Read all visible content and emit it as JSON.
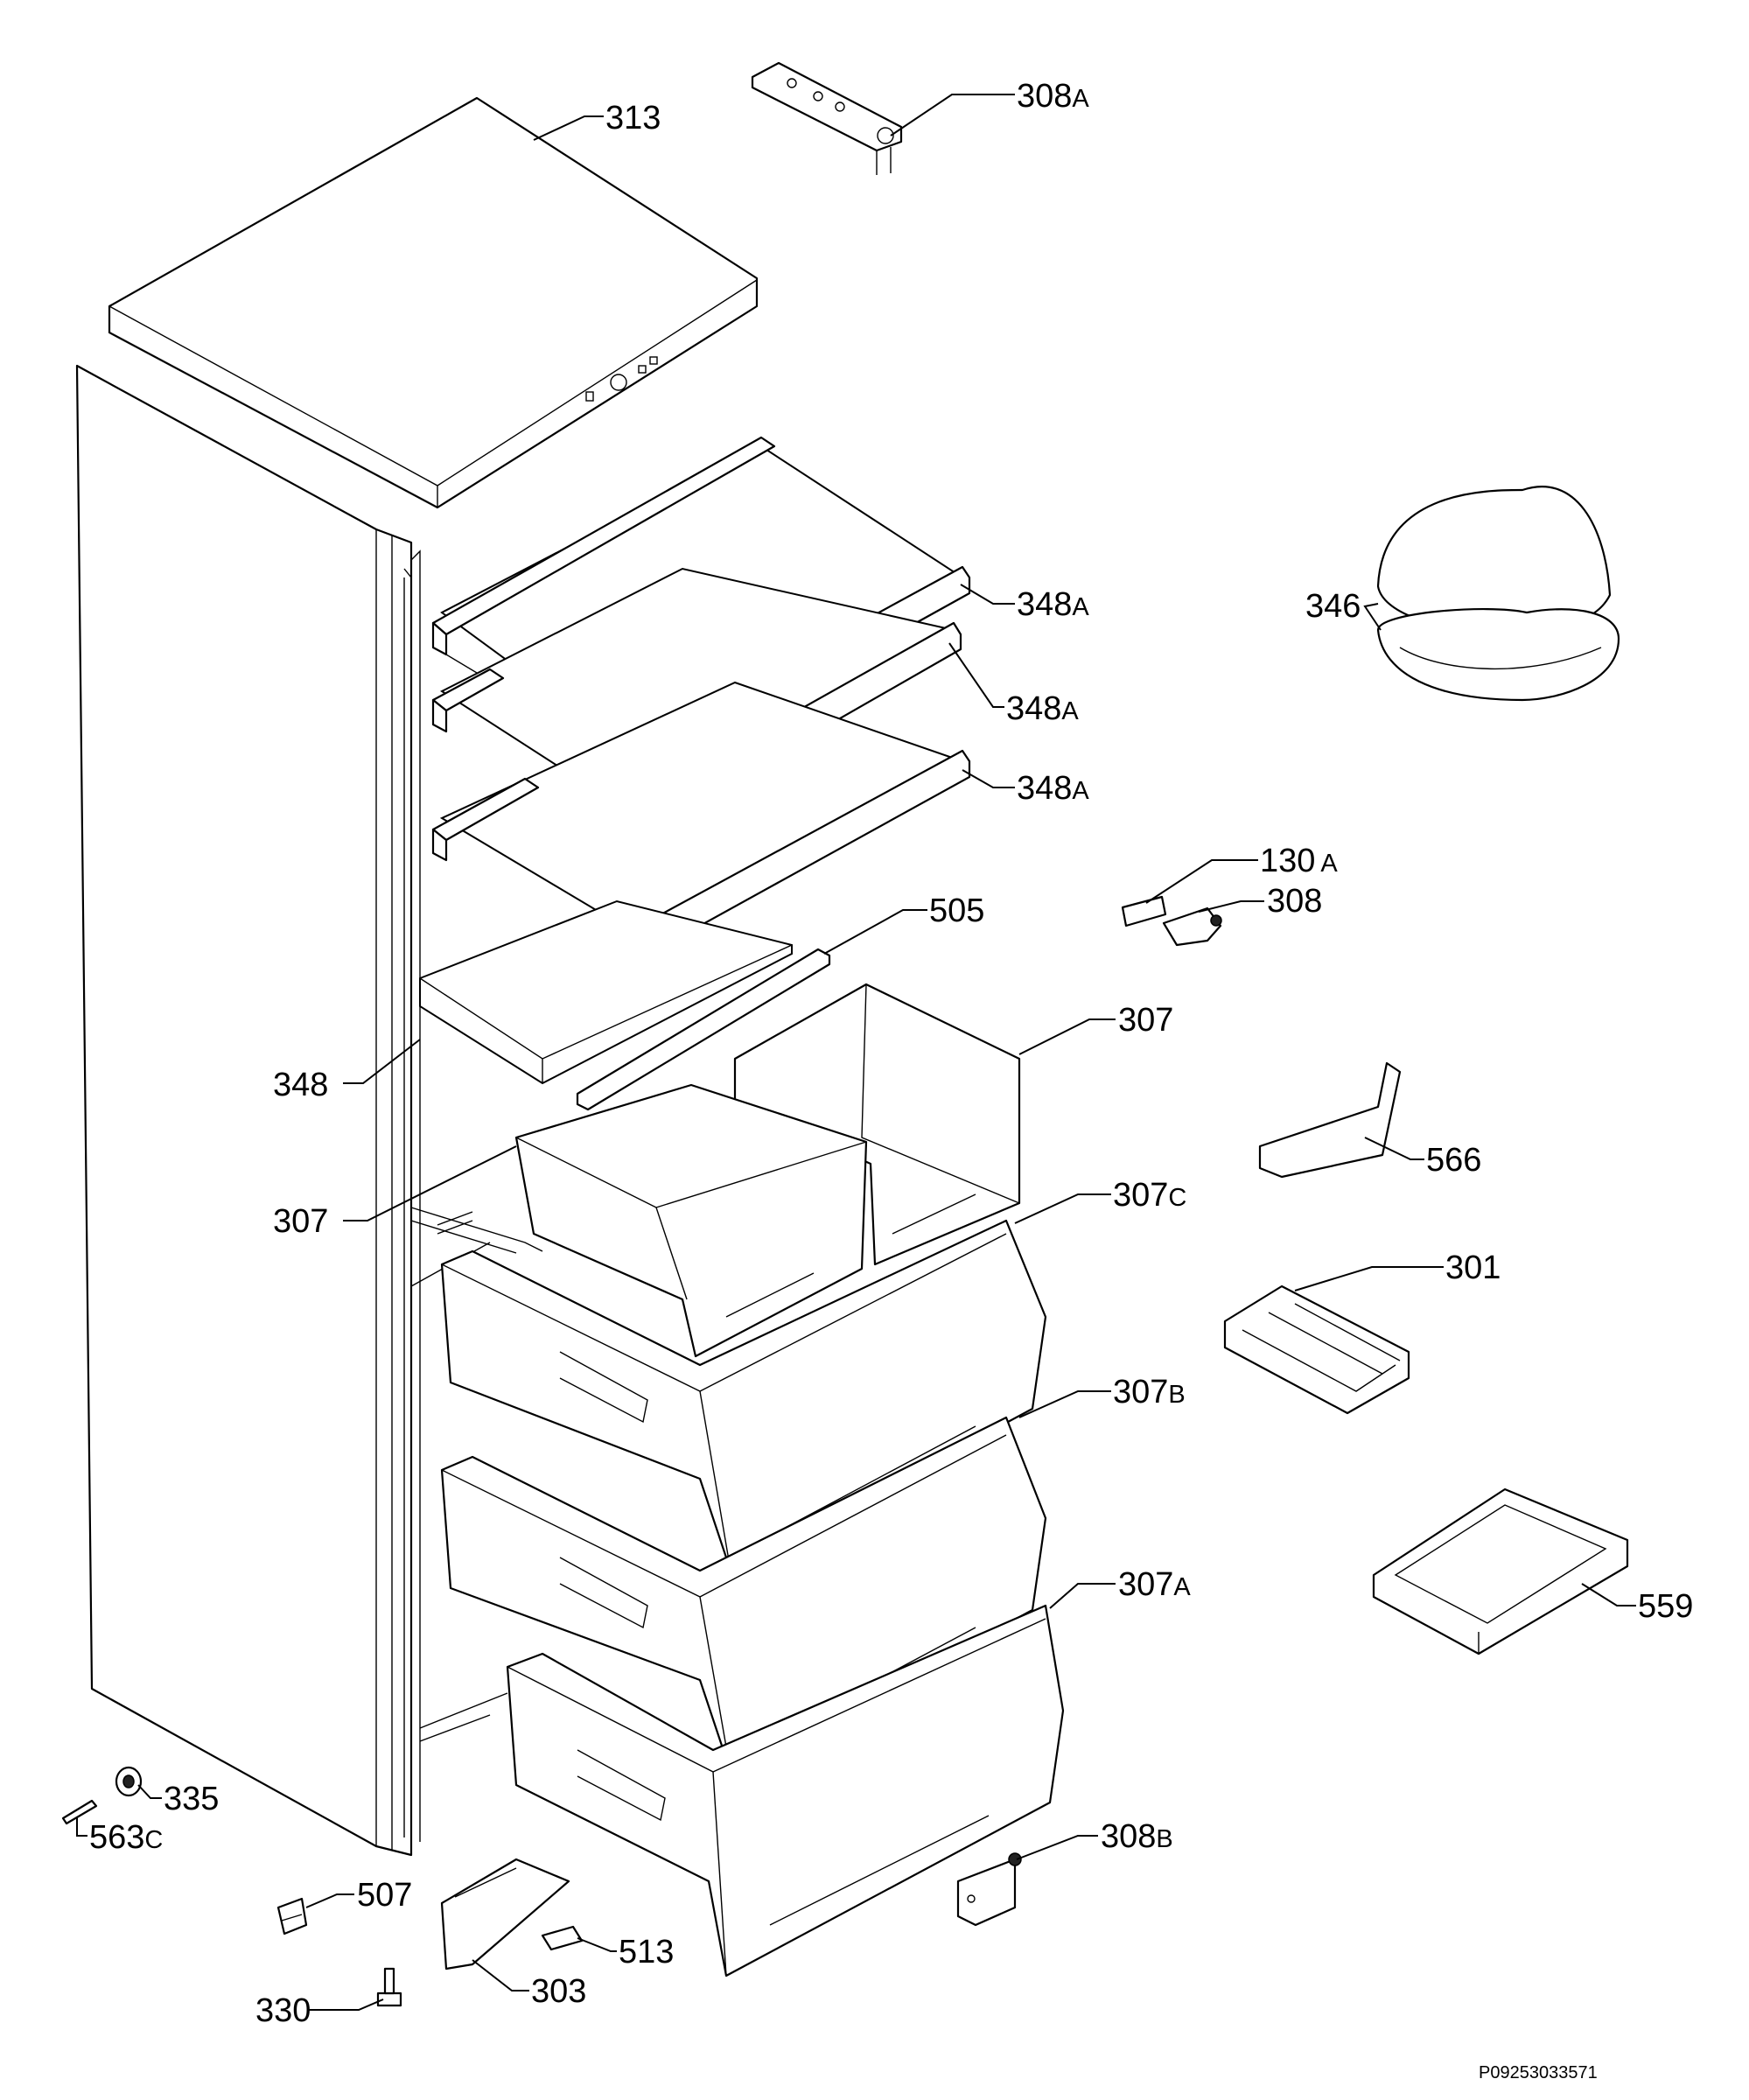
{
  "labels": {
    "p313": "313",
    "p308a": "308",
    "p308a_s": "A",
    "p348a_1": "348",
    "p348a_1_s": "A",
    "p348a_2": "348",
    "p348a_2_s": "A",
    "p348a_3": "348",
    "p348a_3_s": "A",
    "p346": "346",
    "p130a": "130",
    "p130a_s": "A",
    "p308": "308",
    "p505": "505",
    "p307_right": "307",
    "p348": "348",
    "p566": "566",
    "p307_left": "307",
    "p307c": "307",
    "p307c_s": "C",
    "p301": "301",
    "p307b": "307",
    "p307b_s": "B",
    "p307a": "307",
    "p307a_s": "A",
    "p559": "559",
    "p335": "335",
    "p563c": "563",
    "p563c_s": "C",
    "p308b": "308",
    "p308b_s": "B",
    "p507": "507",
    "p513": "513",
    "p330": "330",
    "p303": "303"
  },
  "drawing_code": "P09253033571"
}
